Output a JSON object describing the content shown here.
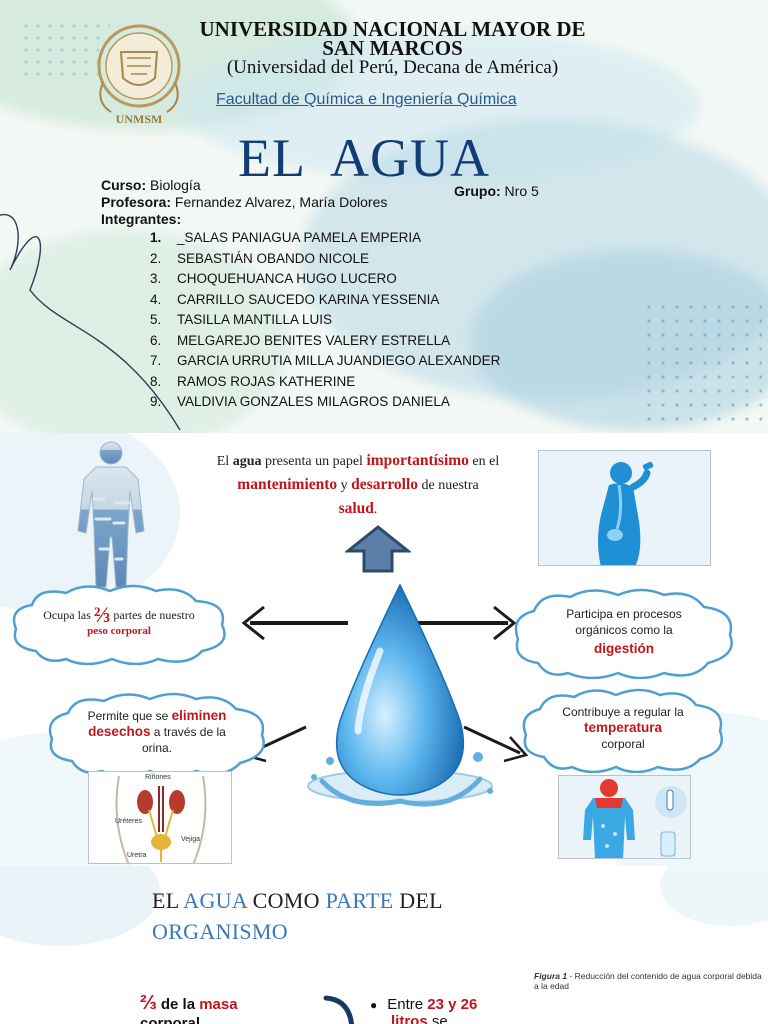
{
  "cover": {
    "university": "UNIVERSIDAD NACIONAL MAYOR DE SAN MARCOS",
    "subtitle": "(Universidad del Perú, Decana de América)",
    "seal_label": "UNMSM",
    "faculty": "Facultad de Química e Ingeniería Química",
    "title": "EL  AGUA",
    "curso_label": "Curso:",
    "curso_value": "Biología",
    "profesora_label": "Profesora:",
    "profesora_value": "Fernandez Alvarez, María Dolores",
    "integrantes_label": "Integrantes:",
    "grupo_label": "Grupo:",
    "grupo_value": "Nro 5",
    "members": [
      {
        "num": "1.",
        "name": "_SALAS PANIAGUA PAMELA EMPERIA"
      },
      {
        "num": "2.",
        "name": "SEBASTIÁN OBANDO NICOLE"
      },
      {
        "num": "3.",
        "name": "CHOQUEHUANCA HUGO LUCERO"
      },
      {
        "num": "4.",
        "name": "CARRILLO SAUCEDO KARINA YESSENIA"
      },
      {
        "num": "5.",
        "name": "TASILLA MANTILLA LUIS"
      },
      {
        "num": "6.",
        "name": "MELGAREJO BENITES VALERY ESTRELLA"
      },
      {
        "num": "7.",
        "name": "GARCIA URRUTIA MILLA JUANDIEGO ALEXANDER"
      },
      {
        "num": "8.",
        "name": "RAMOS ROJAS KATHERINE"
      },
      {
        "num": "9.",
        "name": "VALDIVIA GONZALES MILAGROS DANIELA"
      }
    ]
  },
  "infographic": {
    "intro": {
      "t1": "El ",
      "t2": "agua",
      "t3": " presenta un papel ",
      "t4": "importantísimo",
      "t5": " en el ",
      "t6": "mantenimiento",
      "t7": " y ",
      "t8": "desarrollo",
      "t9": " de nuestra ",
      "t10": "salud",
      "t11": "."
    },
    "cloud_left_top": {
      "a": "Ocupa las ",
      "frac": "⅔",
      "b": " partes de nuestro",
      "c": "peso corporal"
    },
    "cloud_left_bottom": {
      "a": "Permite que se ",
      "b": "eliminen",
      "c": "desechos",
      "d": " a través de la",
      "e": "orina."
    },
    "cloud_right_top": {
      "a": "Participa en procesos",
      "b": "orgánicos como la",
      "c": "digestión"
    },
    "cloud_right_bottom": {
      "a": "Contribuye a regular la",
      "b": "temperatura",
      "c": "corporal"
    },
    "kidney_labels": {
      "rinones": "Riñones",
      "ureteres": "Uréteres",
      "vejiga": "Vejiga",
      "uretra": "Uretra"
    }
  },
  "slide3": {
    "t1": "EL ",
    "t2": "AGUA",
    "t3": " COMO ",
    "t4": "PARTE",
    "t5": " DEL",
    "t6": "ORGANISMO",
    "figure_caption_label": "Figura 1",
    "figure_caption": " - Reducción del contenido de agua corporal debida a la edad",
    "frac_a": "⅔",
    "frac_b": " de la ",
    "frac_c": "masa",
    "frac_d": "corporal",
    "bullet_a": "Entre ",
    "bullet_b": "23 y 26",
    "bullet_c": "litros",
    "bullet_d": " se"
  },
  "colors": {
    "title_blue": "#123c73",
    "accent_red": "#c0161b",
    "drop_blue": "#2f8fd8",
    "cloud_border": "#4f9fd0"
  }
}
